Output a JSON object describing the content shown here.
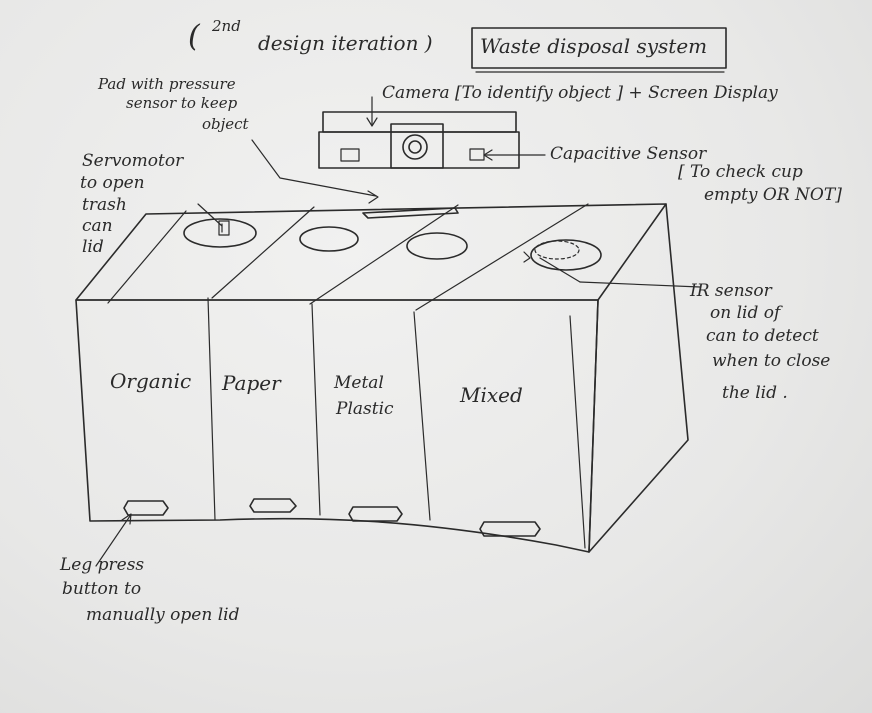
{
  "header": {
    "iteration_open": "(",
    "iteration_sup": "2nd",
    "iteration_text": "design iteration )",
    "title": "Waste disposal system"
  },
  "annotations": {
    "pad_line1": "Pad with pressure",
    "pad_line2": "sensor to keep",
    "pad_line3": "object",
    "camera": "Camera [To identify object ] + Screen Display",
    "capacitive_line1": "Capacitive Sensor",
    "capacitive_line2": "[ To check cup",
    "capacitive_line3": "empty OR NOT]",
    "servo_line1": "Servomotor",
    "servo_line2": "to open",
    "servo_line3": "trash",
    "servo_line4": "can",
    "servo_line5": "lid",
    "ir_line1": "IR sensor",
    "ir_line2": "on lid of",
    "ir_line3": "can to detect",
    "ir_line4": "when to close",
    "ir_line5": "the lid .",
    "leg_line1": "Leg press",
    "leg_line2": "button to",
    "leg_line3": "manually open lid"
  },
  "bins": [
    {
      "label": "Organic"
    },
    {
      "label": "Paper"
    },
    {
      "label_line1": "Metal",
      "label_line2": "Plastic"
    },
    {
      "label": "Mixed"
    }
  ],
  "colors": {
    "ink": "#2b2b2b",
    "paper": "#ececeb"
  }
}
